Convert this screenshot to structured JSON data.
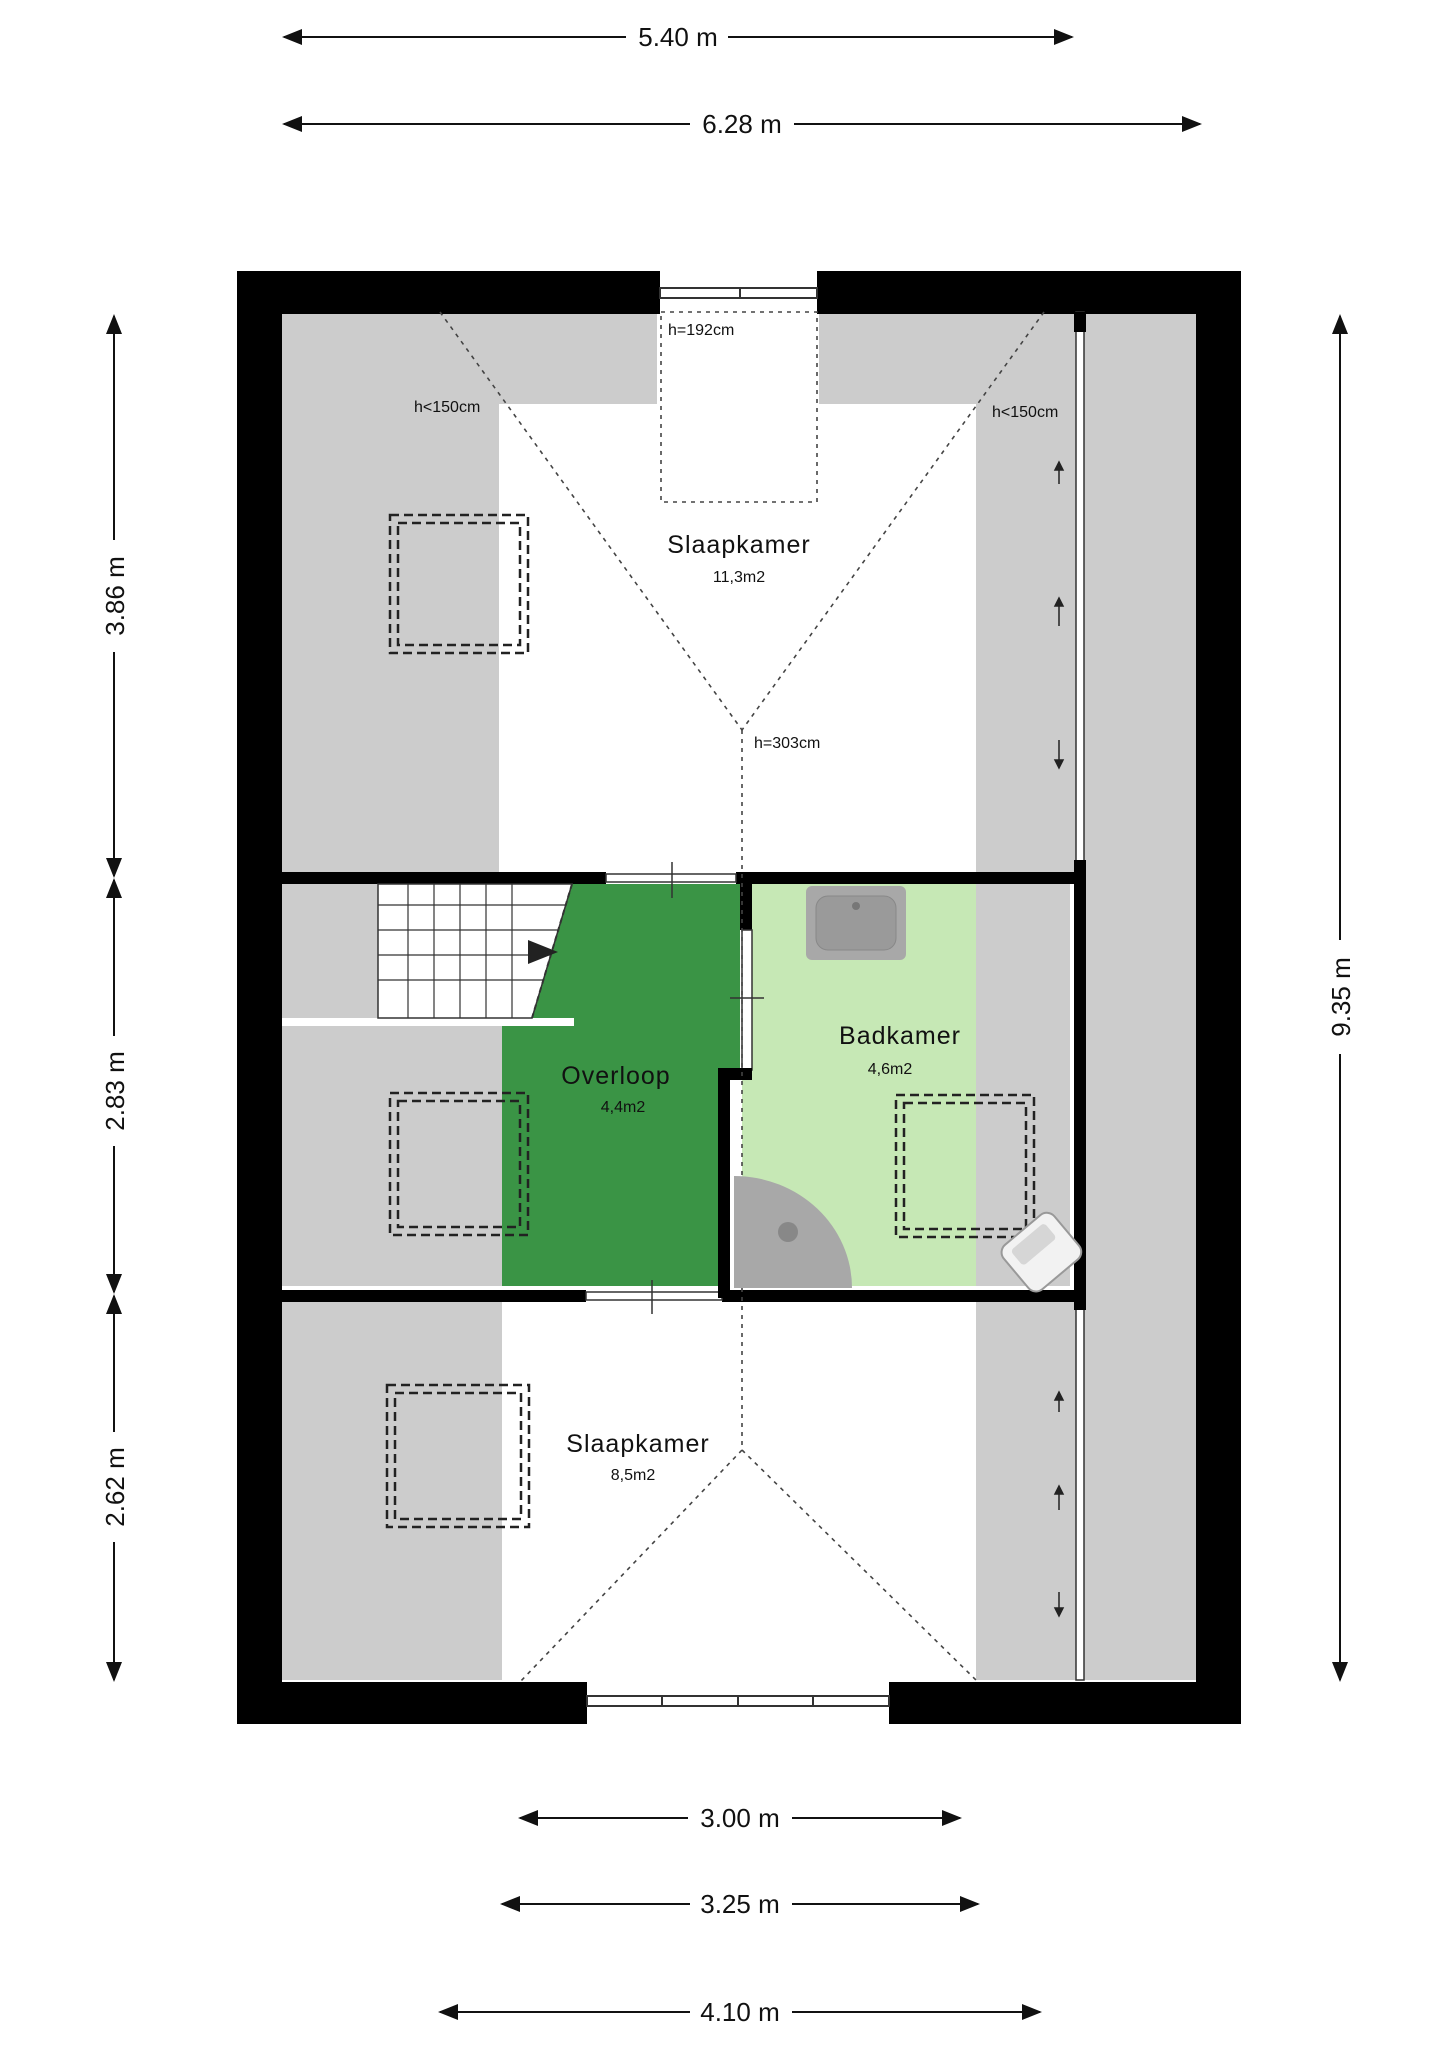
{
  "dimensions": {
    "top_inner": "5.40 m",
    "top_outer": "6.28 m",
    "left_top": "3.86 m",
    "left_middle": "2.83 m",
    "left_bottom": "2.62 m",
    "right_total": "9.35 m",
    "bottom_1": "3.00 m",
    "bottom_2": "3.25 m",
    "bottom_3": "4.10 m"
  },
  "rooms": {
    "bedroom_top": {
      "name": "Slaapkamer",
      "area": "11,3m2"
    },
    "landing": {
      "name": "Overloop",
      "area": "4,4m2"
    },
    "bathroom": {
      "name": "Badkamer",
      "area": "4,6m2"
    },
    "bedroom_bottom": {
      "name": "Slaapkamer",
      "area": "8,5m2"
    }
  },
  "height_labels": {
    "dormer": "h=192cm",
    "low_left": "h<150cm",
    "low_right": "h<150cm",
    "ridge": "h=303cm"
  },
  "colors": {
    "wall": "#000000",
    "low_ceiling": "#cccccc",
    "landing": "#3a9445",
    "bathroom": "#c6e8b5",
    "fixture": "#a8a8a8"
  }
}
